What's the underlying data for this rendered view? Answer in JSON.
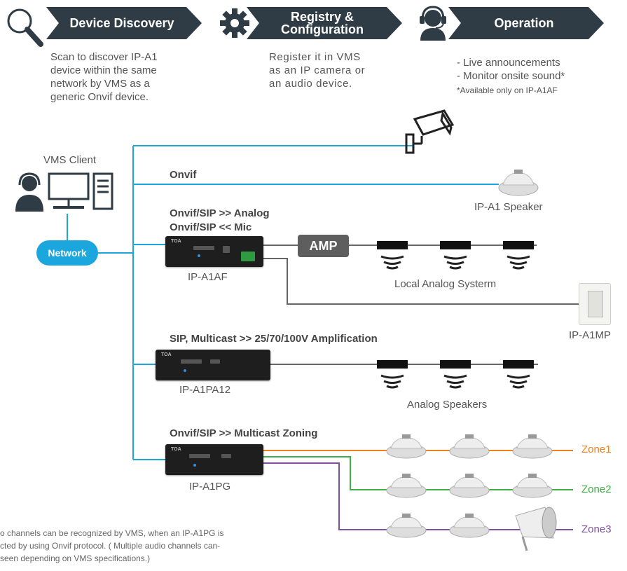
{
  "steps": [
    {
      "icon": "search-icon",
      "title": "Device Discovery",
      "description": "Scan to discover IP-A1\ndevice within the same\nnetwork by VMS as a\ngeneric Onvif device."
    },
    {
      "icon": "gear-icon",
      "title": "Registry &\nConfiguration",
      "description": "Register it in VMS\nas an IP camera or\nan audio device."
    },
    {
      "icon": "operator-headset-icon",
      "title": "Operation",
      "description_lines": [
        "- Live announcements",
        "- Monitor onsite sound*"
      ],
      "footnote": "*Available only on IP-A1AF"
    }
  ],
  "client": {
    "label": "VMS Client",
    "network": "Network"
  },
  "connections": {
    "onvif": "Onvif",
    "ipa1af_line1": "Onvif/SIP >> Analog",
    "ipa1af_line2": "Onvif/SIP << Mic",
    "ipa1pa12": "SIP, Multicast >> 25/70/100V Amplification",
    "ipa1pg": "Onvif/SIP >> Multicast Zoning"
  },
  "devices": {
    "speaker": "IP-A1 Speaker",
    "ipa1af": "IP-A1AF",
    "amp": "AMP",
    "local_system": "Local Analog Systerm",
    "ipa1mp": "IP-A1MP",
    "ipa1pa12": "IP-A1PA12",
    "analog_speakers": "Analog Speakers",
    "ipa1pg": "IP-A1PG",
    "brand": "TOA"
  },
  "zones": [
    {
      "label": "Zone1",
      "color": "#f07f1e"
    },
    {
      "label": "Zone2",
      "color": "#3cb043"
    },
    {
      "label": "Zone3",
      "color": "#7f4fa1"
    }
  ],
  "note": "o channels can be recognized by VMS, when an IP-A1PG is\ncted by using Onvif protocol. ( Multiple audio channels can-\nseen depending on VMS specifications.)",
  "colors": {
    "accent": "#1ba6dd",
    "step_bar": "#2f3b45",
    "line_gray": "#666666"
  }
}
